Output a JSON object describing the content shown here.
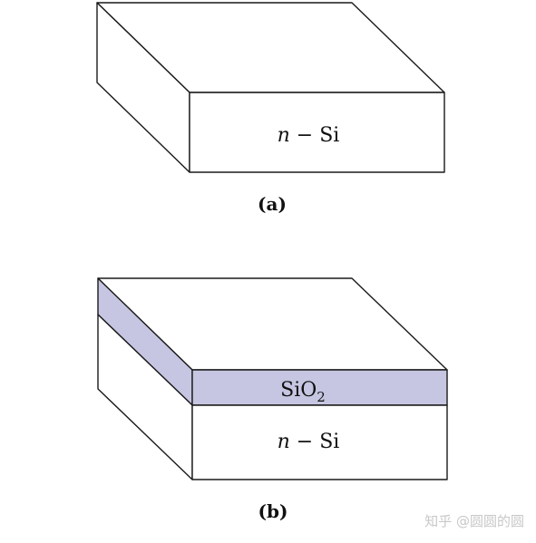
{
  "figure_a": {
    "layer_label_italic": "n",
    "layer_label_rest": " − Si",
    "caption": "(a)"
  },
  "figure_b": {
    "oxide_label_main": "SiO",
    "oxide_label_sub": "2",
    "substrate_label_italic": "n",
    "substrate_label_rest": " − Si",
    "caption": "(b)"
  },
  "watermark": "知乎 @圆圆的圆",
  "colors": {
    "outline": "#1a1a1a",
    "silicon_fill": "#ffffff",
    "oxide_fill": "#c6c6e2"
  }
}
